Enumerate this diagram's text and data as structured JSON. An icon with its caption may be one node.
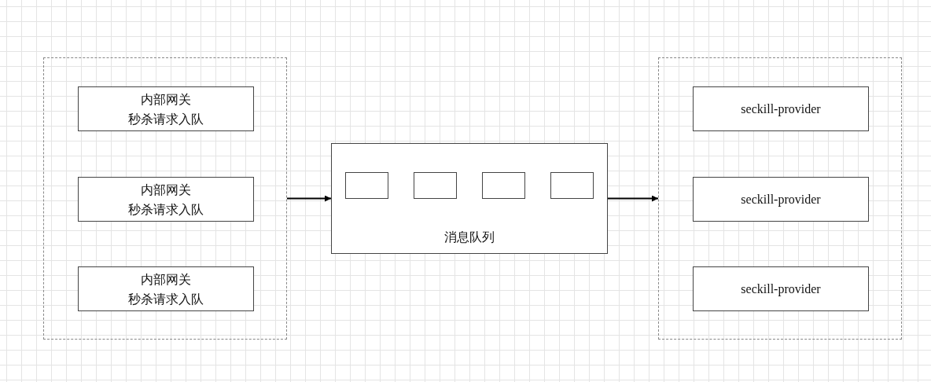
{
  "diagram": {
    "nodes": [
      {
        "text": [],
        "shape": "box"
      },
      {
        "text": [
          "内部网关",
          "秒杀请求入队"
        ],
        "in": 0
      },
      {
        "text": [
          "内部网关",
          "秒杀请求入队"
        ],
        "in": 0
      },
      {
        "text": [
          "内部网关",
          "秒杀请求入队"
        ],
        "in": 0
      },
      {
        "text": [
          "消息队列"
        ]
      },
      {
        "text": [],
        "shape": "box",
        "in": 4
      },
      {
        "text": [],
        "shape": "box",
        "in": 4
      },
      {
        "text": [],
        "shape": "box",
        "in": 4
      },
      {
        "text": [],
        "shape": "box",
        "in": 4
      },
      {
        "text": [],
        "shape": "box"
      },
      {
        "text": [
          "seckill-provider"
        ],
        "in": 9
      },
      {
        "text": [
          "seckill-provider"
        ],
        "in": 9
      },
      {
        "text": [
          "seckill-provider"
        ],
        "in": 9
      }
    ],
    "edges": [
      {
        "from": 0,
        "to": 4,
        "arrow": "to"
      },
      {
        "from": 4,
        "to": 9,
        "arrow": "to"
      }
    ]
  }
}
